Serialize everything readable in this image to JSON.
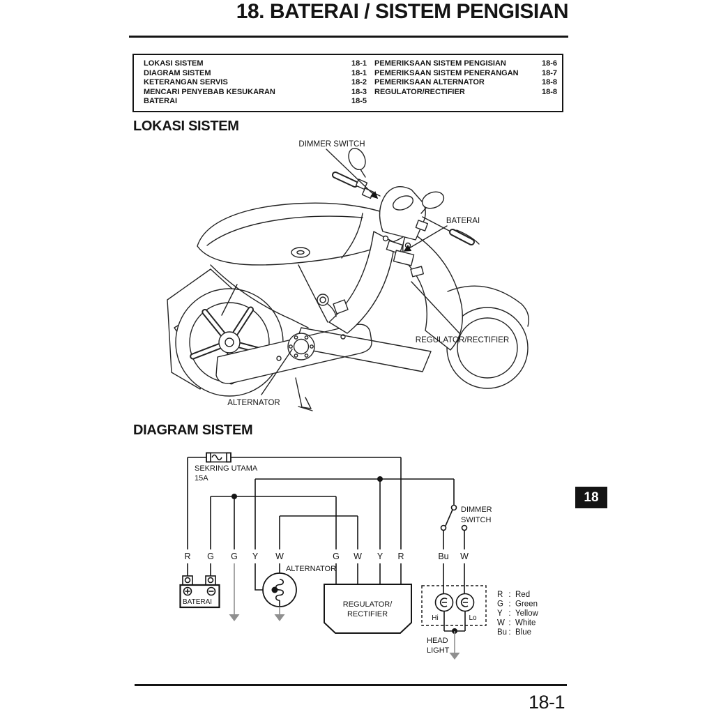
{
  "page": {
    "chapter_title": "18. BATERAI / SISTEM PENGISIAN",
    "chapter_tab": "18",
    "page_number": "18-1"
  },
  "toc": {
    "left": [
      {
        "label": "LOKASI SISTEM",
        "page": "18-1"
      },
      {
        "label": "DIAGRAM SISTEM",
        "page": "18-1"
      },
      {
        "label": "KETERANGAN SERVIS",
        "page": "18-2"
      },
      {
        "label": "MENCARI PENYEBAB KESUKARAN",
        "page": "18-3"
      },
      {
        "label": "BATERAI",
        "page": "18-5"
      }
    ],
    "right": [
      {
        "label": "PEMERIKSAAN SISTEM PENGISIAN",
        "page": "18-6"
      },
      {
        "label": "PEMERIKSAAN SISTEM PENERANGAN",
        "page": "18-7"
      },
      {
        "label": "PEMERIKSAAN ALTERNATOR",
        "page": "18-8"
      },
      {
        "label": "REGULATOR/RECTIFIER",
        "page": "18-8"
      }
    ]
  },
  "location": {
    "heading": "LOKASI SISTEM",
    "labels": {
      "dimmer_switch": "DIMMER SWITCH",
      "battery": "BATERAI",
      "regulator_rectifier": "REGULATOR/RECTIFIER",
      "alternator": "ALTERNATOR"
    }
  },
  "diagram": {
    "heading": "DIAGRAM SISTEM",
    "fuse_name": "SEKRING UTAMA",
    "fuse_rating": "15A",
    "dimmer_line1": "DIMMER",
    "dimmer_line2": "SWITCH",
    "wire_labels": [
      "R",
      "G",
      "G",
      "Y",
      "W",
      "G",
      "W",
      "Y",
      "R",
      "Bu",
      "W"
    ],
    "alternator_label": "ALTERNATOR",
    "battery_label": "BATERAI",
    "regulator_line1": "REGULATOR/",
    "regulator_line2": "RECTIFIER",
    "hi_label": "Hi",
    "lo_label": "Lo",
    "headlight_line1": "HEAD",
    "headlight_line2": "LIGHT",
    "legend_separator": ":",
    "legend": [
      {
        "abbr": "R",
        "name": "Red"
      },
      {
        "abbr": "G",
        "name": "Green"
      },
      {
        "abbr": "Y",
        "name": "Yellow"
      },
      {
        "abbr": "W",
        "name": "White"
      },
      {
        "abbr": "Bu",
        "name": "Blue"
      }
    ]
  },
  "colors": {
    "ink": "#141414",
    "ground_gray": "#8f8f8f"
  }
}
